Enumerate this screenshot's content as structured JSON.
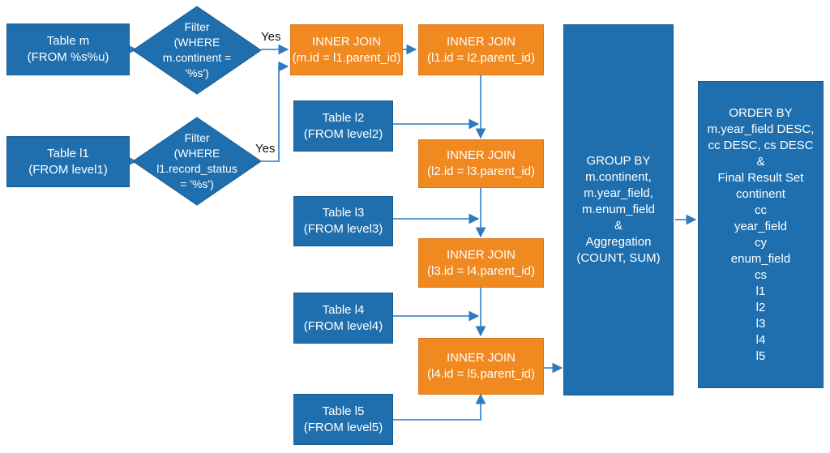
{
  "nodes": {
    "table_m": [
      "Table m",
      "(FROM %s%u)"
    ],
    "table_l1": [
      "Table l1",
      "(FROM level1)"
    ],
    "filter_m": [
      "Filter",
      "(WHERE",
      "m.continent =",
      "'%s')"
    ],
    "filter_l1": [
      "Filter",
      "(WHERE",
      "l1.record_status",
      "= '%s')"
    ],
    "join1": [
      "INNER JOIN",
      "(m.id = l1.parent_id)"
    ],
    "join2": [
      "INNER JOIN",
      "(l1.id = l2.parent_id)"
    ],
    "join3": [
      "INNER JOIN",
      "(l2.id = l3.parent_id)"
    ],
    "join4": [
      "INNER JOIN",
      "(l3.id = l4.parent_id)"
    ],
    "join5": [
      "INNER JOIN",
      "(l4.id = l5.parent_id)"
    ],
    "table_l2": [
      "Table l2",
      "(FROM level2)"
    ],
    "table_l3": [
      "Table l3",
      "(FROM level3)"
    ],
    "table_l4": [
      "Table l4",
      "(FROM level4)"
    ],
    "table_l5": [
      "Table l5",
      "(FROM level5)"
    ],
    "group_by": [
      "GROUP BY",
      "m.continent,",
      "m.year_field,",
      "m.enum_field",
      "&",
      "Aggregation",
      "(COUNT, SUM)"
    ],
    "order_by": [
      "ORDER BY",
      "m.year_field DESC,",
      "cc DESC, cs DESC",
      "&",
      "Final Result Set",
      "continent",
      "cc",
      "year_field",
      "cy",
      "enum_field",
      "cs",
      "l1",
      "l2",
      "l3",
      "l4",
      "l5"
    ]
  },
  "edge_labels": {
    "yes_m": "Yes",
    "yes_l1": "Yes"
  },
  "colors": {
    "table": "#1f6fae",
    "join": "#f0891f",
    "arrow": "#2e7bbf"
  }
}
